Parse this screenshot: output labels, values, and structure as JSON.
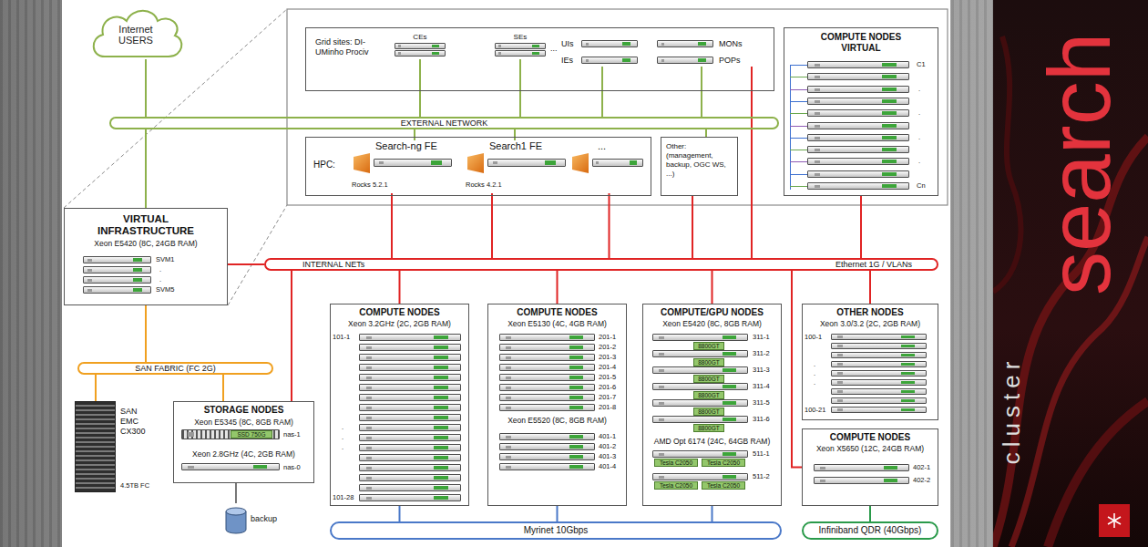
{
  "diagram": {
    "nodes": [
      {
        "text": [
          "Internet USERS"
        ]
      },
      {
        "text": [
          "EXTERNAL NETWORK"
        ]
      },
      {
        "text": [
          "Grid sites: DI-UMinho Prociv"
        ]
      },
      {
        "text": [
          "CEs"
        ],
        "in": 2
      },
      {
        "text": [
          "SEs"
        ],
        "in": 2
      },
      {
        "text": [
          "UIs"
        ],
        "in": 2
      },
      {
        "text": [
          "IEs"
        ],
        "in": 2
      },
      {
        "text": [
          "MONs"
        ],
        "in": 2
      },
      {
        "text": [
          "POPs"
        ],
        "in": 2
      },
      {
        "text": [
          "HPC:"
        ]
      },
      {
        "text": [
          "Search-ng FE",
          "Rocks 5.2.1"
        ],
        "in": 9
      },
      {
        "text": [
          "Search1 FE",
          "Rocks 4.2.1"
        ],
        "in": 9
      },
      {
        "text": [
          "..."
        ],
        "in": 9
      },
      {
        "text": [
          "Other: (management, backup, OGC WS, ...)"
        ]
      },
      {
        "text": [
          "COMPUTE NODES VIRTUAL",
          "C1",
          ".",
          ".",
          ".",
          ".",
          "Cn"
        ]
      },
      {
        "text": [
          "VIRTUAL INFRASTRUCTURE",
          "Xeon E5420 (8C, 24GB RAM)",
          "SVM1",
          ".",
          ".",
          "SVM5"
        ]
      },
      {
        "text": [
          "INTERNAL NETs",
          "Ethernet 1G / VLANs"
        ]
      },
      {
        "text": [
          "SAN FABRIC (FC 2G)"
        ]
      },
      {
        "text": [
          "SAN EMC CX300",
          "4.5TB FC"
        ]
      },
      {
        "text": [
          "STORAGE NODES",
          "Xeon E5345 (8C, 8GB RAM)",
          "SSD 750G",
          "nas-1",
          "Xeon 2.8GHz (4C, 2GB RAM)",
          "nas-0"
        ]
      },
      {
        "text": [
          "backup"
        ]
      },
      {
        "text": [
          "COMPUTE NODES",
          "Xeon 3.2GHz (2C, 2GB RAM)",
          "101-1",
          ".",
          ".",
          ".",
          "101-28"
        ]
      },
      {
        "text": [
          "COMPUTE NODES",
          "Xeon E5130 (4C, 4GB RAM)",
          "201-1",
          "201-2",
          "201-3",
          "201-4",
          "201-5",
          "201-6",
          "201-7",
          "201-8",
          "Xeon E5520 (8C, 8GB RAM)",
          "401-1",
          "401-2",
          "401-3",
          "401-4"
        ]
      },
      {
        "text": [
          "COMPUTE/GPU NODES",
          "Xeon E5420 (8C, 8GB RAM)",
          "311-1",
          "8800GT",
          "311-2",
          "8800GT",
          "311-3",
          "8800GT",
          "311-4",
          "8800GT",
          "311-5",
          "8800GT",
          "311-6",
          "8800GT",
          "AMD Opt 6174 (24C, 64GB RAM)",
          "511-1",
          "Tesla C2050",
          "Tesla C2050",
          "511-2",
          "Tesla C2050",
          "Tesla C2050"
        ]
      },
      {
        "text": [
          "OTHER NODES",
          "Xeon 3.0/3.2 (2C, 2GB RAM)",
          "100-1",
          ".",
          ".",
          ".",
          "100-21"
        ]
      },
      {
        "text": [
          "COMPUTE NODES",
          "Xeon X5650 (12C, 24GB RAM)",
          "402-1",
          "402-2"
        ]
      },
      {
        "text": [
          "Myrinet 10Gbps"
        ]
      },
      {
        "text": [
          "Infiniband QDR (40Gbps)"
        ]
      }
    ],
    "edges": [
      {
        "from": 0,
        "to": 1,
        "arrow": "none"
      },
      {
        "from": 1,
        "to": 15,
        "arrow": "none"
      },
      {
        "from": 3,
        "to": 1,
        "arrow": "none"
      },
      {
        "from": 4,
        "to": 1,
        "arrow": "none"
      },
      {
        "from": 6,
        "to": 1,
        "arrow": "none"
      },
      {
        "from": 8,
        "to": 1,
        "arrow": "none"
      },
      {
        "from": 8,
        "to": 16,
        "arrow": "none"
      },
      {
        "from": 10,
        "to": 1,
        "arrow": "none"
      },
      {
        "from": 11,
        "to": 1,
        "arrow": "none"
      },
      {
        "from": 13,
        "to": 1,
        "arrow": "none"
      },
      {
        "from": 10,
        "to": 16,
        "arrow": "none"
      },
      {
        "from": 11,
        "to": 16,
        "arrow": "none"
      },
      {
        "from": 12,
        "to": 16,
        "arrow": "none"
      },
      {
        "from": 13,
        "to": 16,
        "arrow": "none"
      },
      {
        "from": 14,
        "to": 16,
        "arrow": "none"
      },
      {
        "from": 15,
        "to": 16,
        "arrow": "none"
      },
      {
        "from": 15,
        "to": 17,
        "arrow": "none"
      },
      {
        "from": 17,
        "to": 18,
        "arrow": "none"
      },
      {
        "from": 17,
        "to": 19,
        "arrow": "none"
      },
      {
        "from": 16,
        "to": 19,
        "arrow": "none"
      },
      {
        "from": 19,
        "to": 20,
        "arrow": "none"
      },
      {
        "from": 16,
        "to": 21,
        "arrow": "none"
      },
      {
        "from": 16,
        "to": 22,
        "arrow": "none"
      },
      {
        "from": 16,
        "to": 23,
        "arrow": "none"
      },
      {
        "from": 16,
        "to": 24,
        "arrow": "none"
      },
      {
        "from": 16,
        "to": 25,
        "arrow": "none"
      },
      {
        "from": 21,
        "to": 26,
        "arrow": "none"
      },
      {
        "from": 22,
        "to": 26,
        "arrow": "none"
      },
      {
        "from": 23,
        "to": 26,
        "arrow": "none"
      },
      {
        "from": 25,
        "to": 27,
        "arrow": "none"
      }
    ],
    "labels": [
      "...",
      "search",
      "cluster"
    ]
  }
}
